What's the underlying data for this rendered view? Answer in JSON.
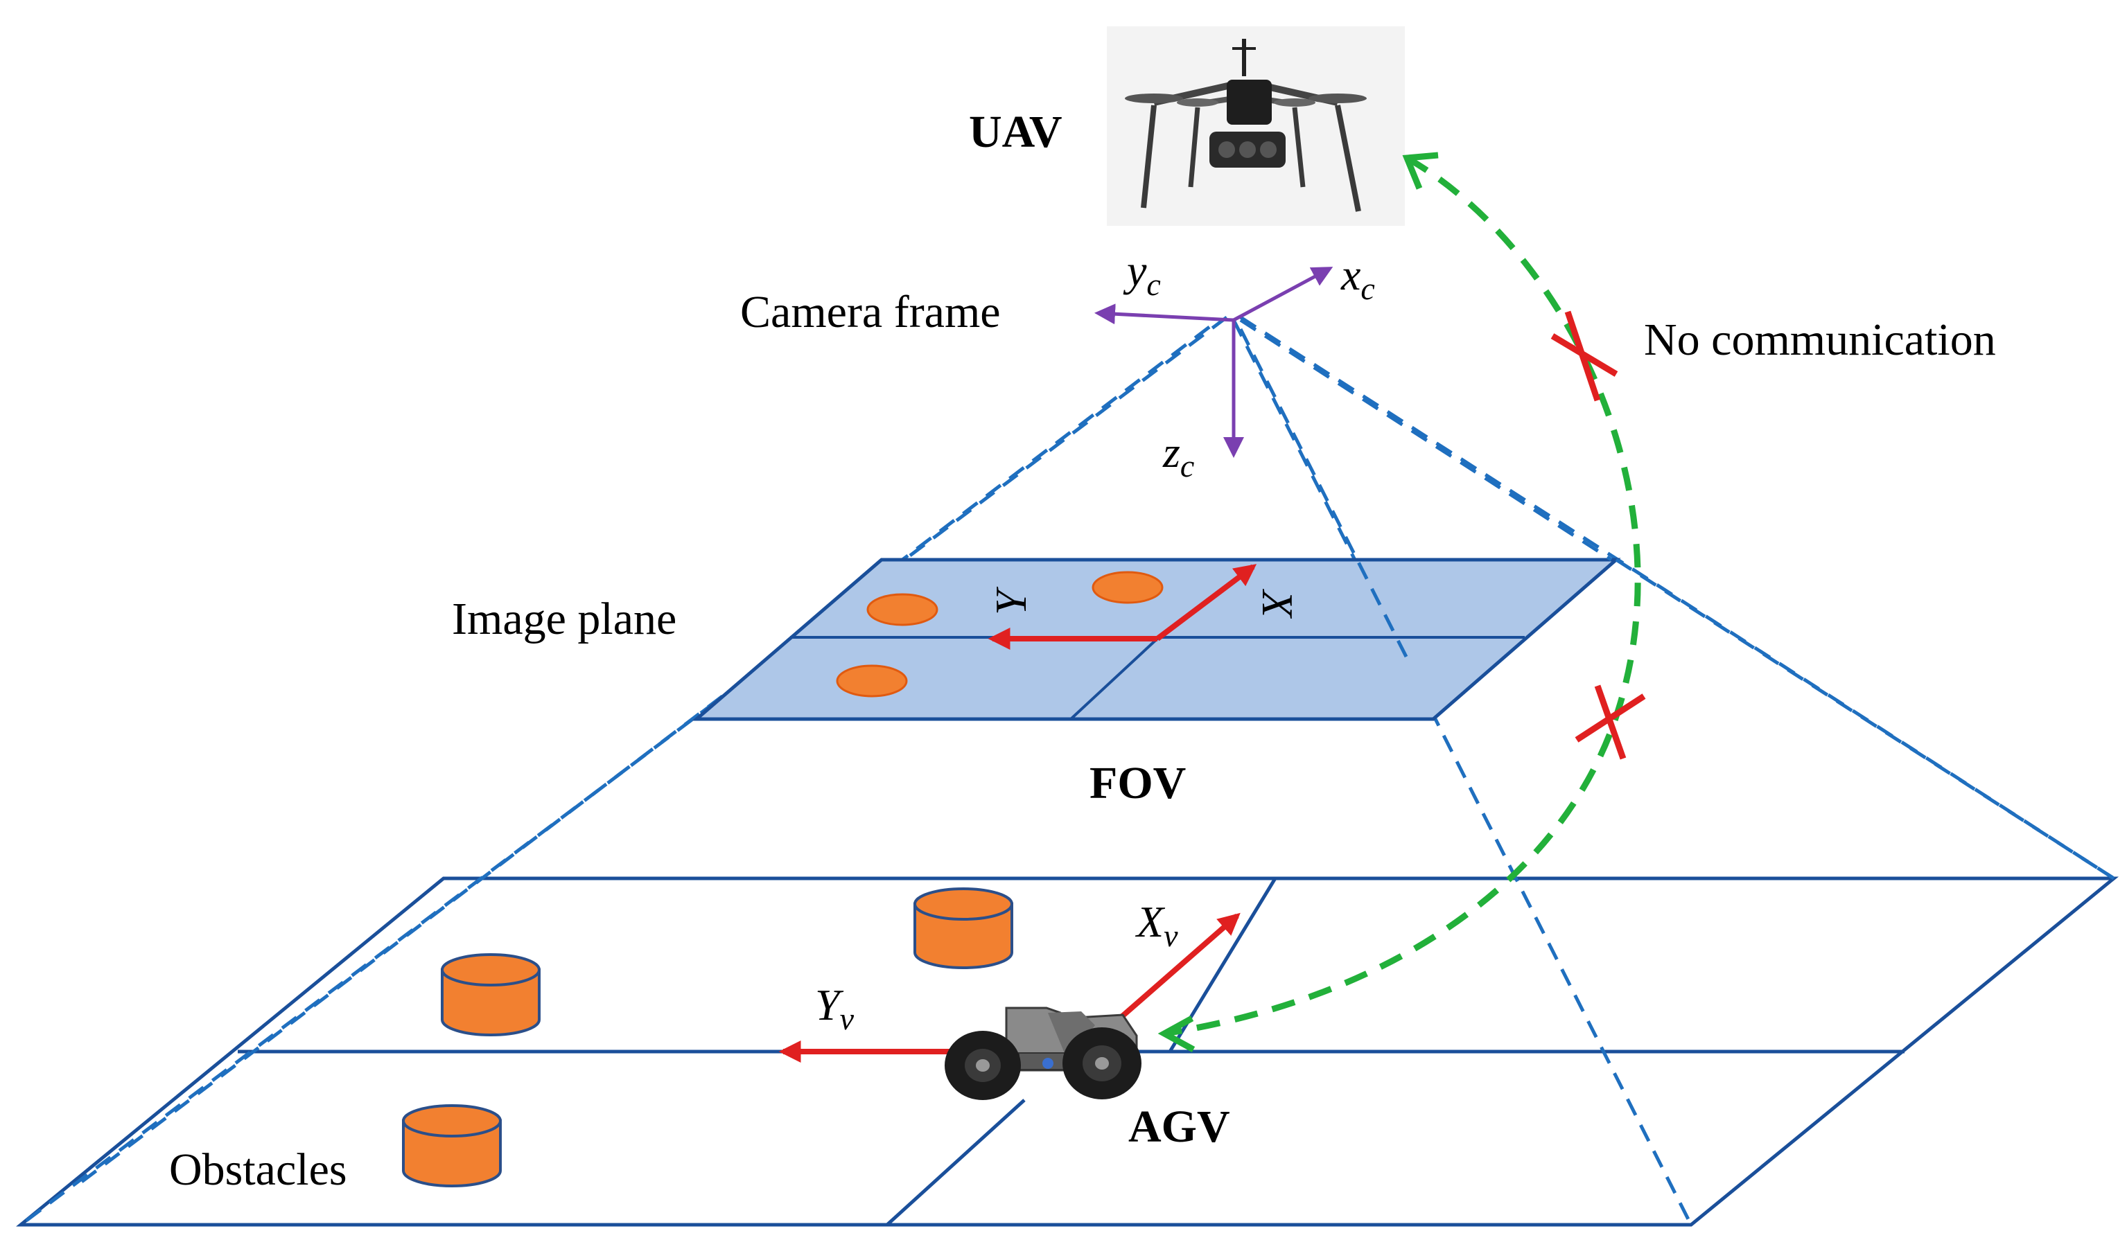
{
  "labels": {
    "uav": "UAV",
    "camera_frame": "Camera frame",
    "no_communication": "No communication",
    "image_plane": "Image plane",
    "fov": "FOV",
    "obstacles": "Obstacles",
    "agv": "AGV"
  },
  "camera_axes": {
    "x": {
      "base": "x",
      "sub": "c"
    },
    "y": {
      "base": "y",
      "sub": "c"
    },
    "z": {
      "base": "z",
      "sub": "c"
    }
  },
  "image_axes": {
    "x": "X",
    "y": "Y"
  },
  "vehicle_axes": {
    "x": {
      "base": "X",
      "sub": "v"
    },
    "y": {
      "base": "Y",
      "sub": "v"
    }
  },
  "colors": {
    "fov_lines": "#1f6fbf",
    "grid_lines": "#1a4f9a",
    "image_plane_fill": "#aec7e8",
    "obstacle_fill": "#f28030",
    "obstacle_stroke": "#2b4f8a",
    "axis_red": "#e02020",
    "camera_axis_purple": "#7a3fb0",
    "link_green": "#22b03a",
    "cross_red": "#e02020"
  },
  "icons": {
    "uav": "drone-icon",
    "agv": "ground-robot-icon",
    "obstacle": "cylinder-obstacle-icon",
    "blocked_link": "cross-icon"
  }
}
